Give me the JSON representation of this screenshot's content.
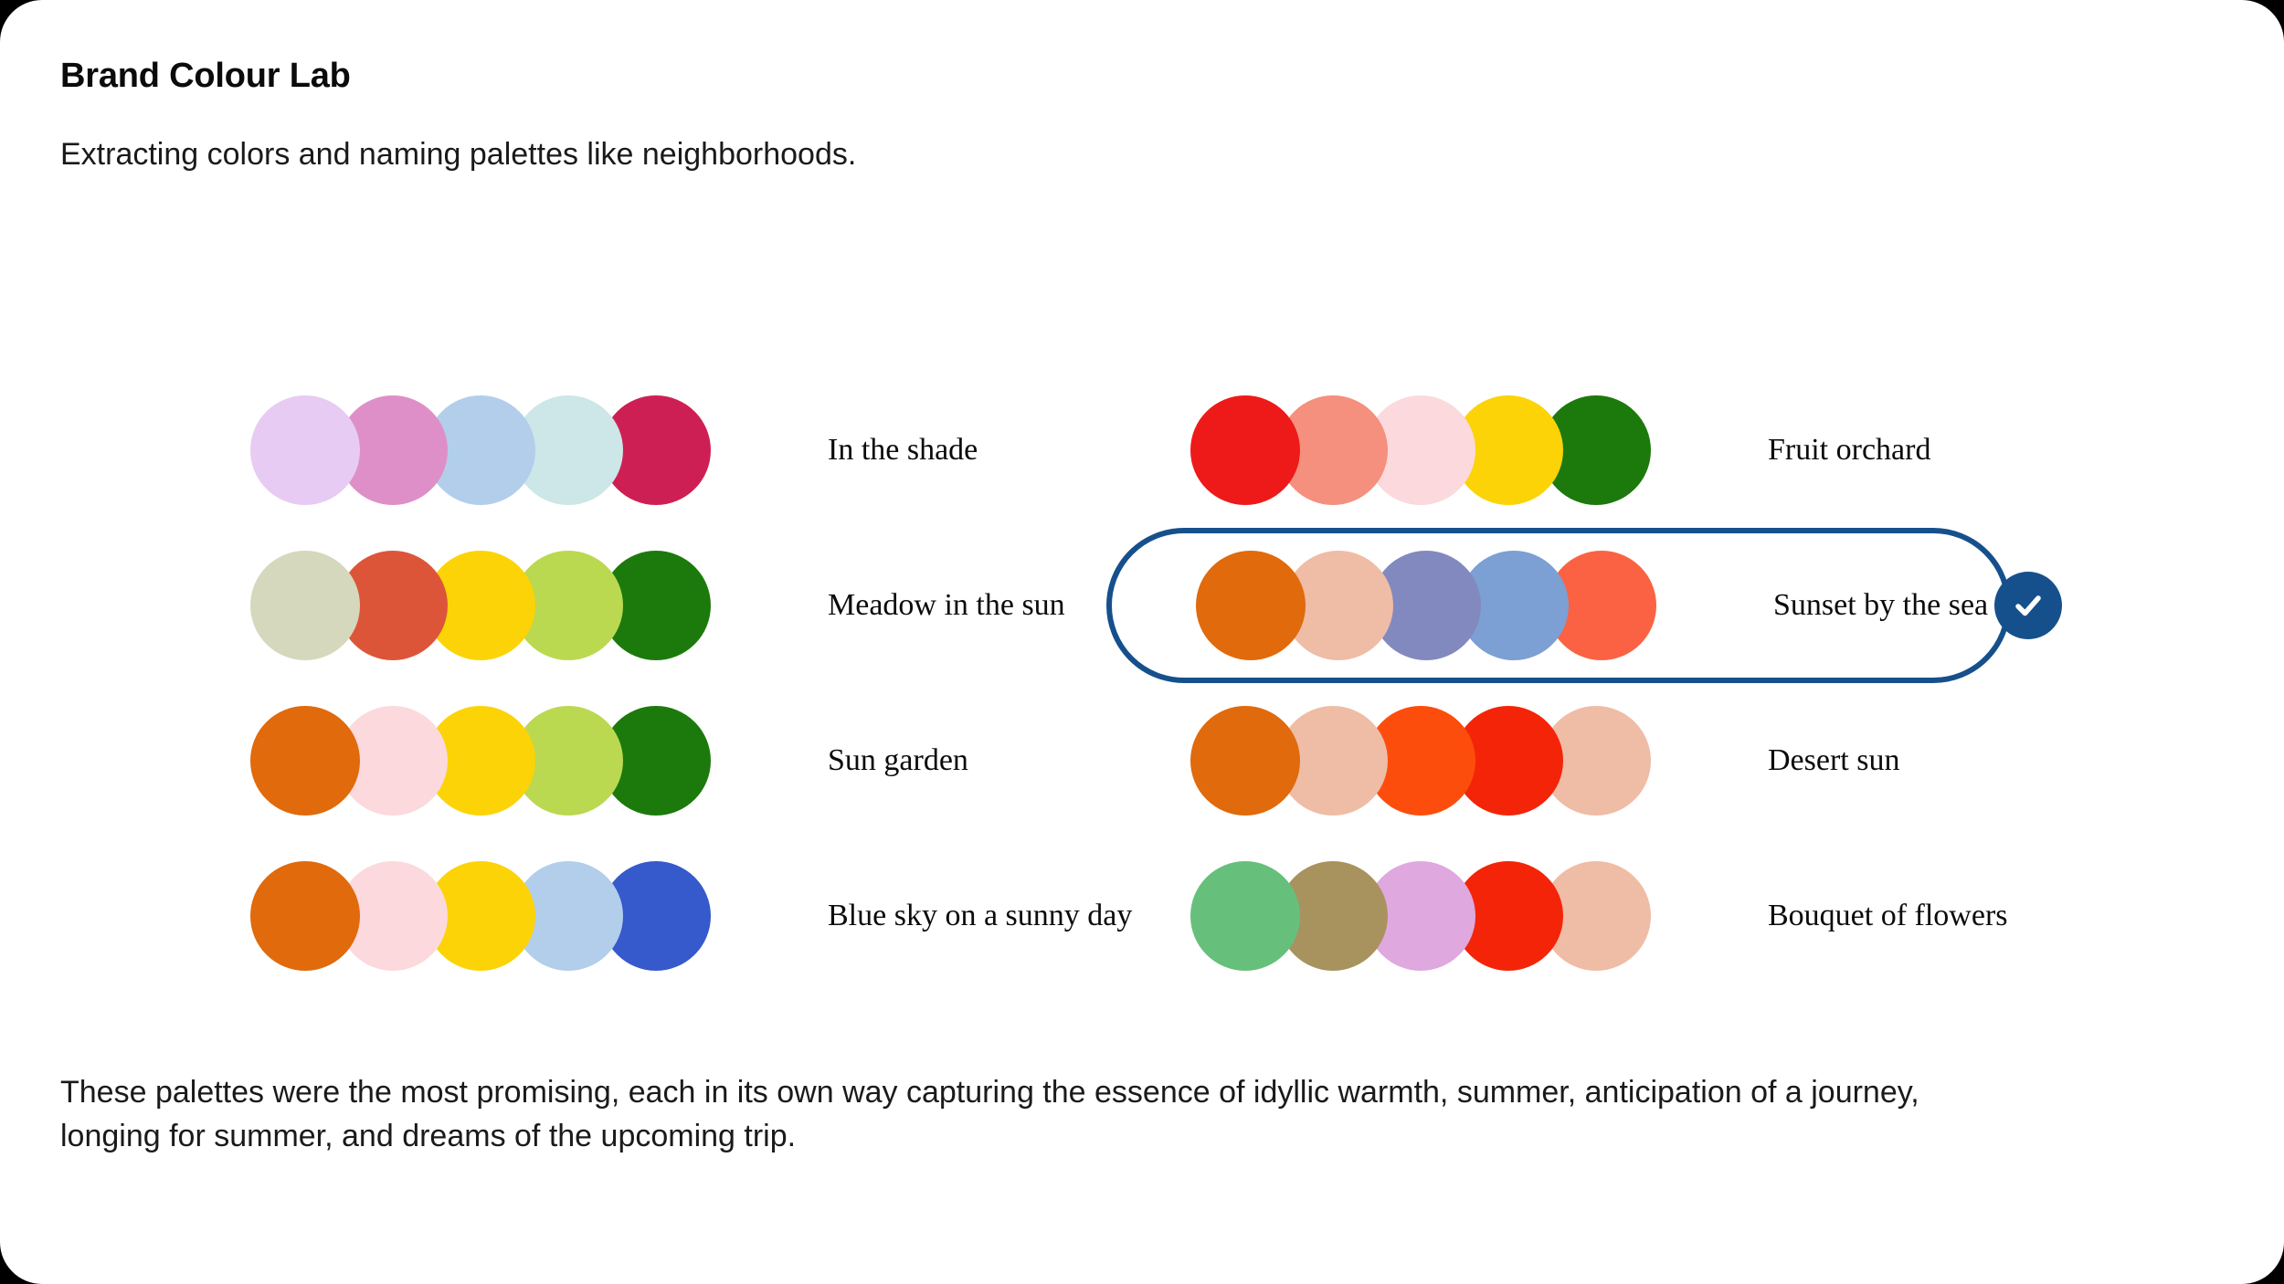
{
  "header": {
    "title": "Brand Colour Lab",
    "subtitle": "Extracting colors and naming palettes like neighborhoods."
  },
  "palettes": {
    "left_column": [
      {
        "label": "In the shade",
        "selected": false,
        "colors": [
          "#E7CBF3",
          "#DE8FC8",
          "#B2CEEB",
          "#CDE6E7",
          "#CE1F55"
        ]
      },
      {
        "label": "Meadow in the sun",
        "selected": false,
        "colors": [
          "#D6D8BE",
          "#DD5539",
          "#FCD307",
          "#BBD851",
          "#1C7A0C"
        ]
      },
      {
        "label": "Sun garden",
        "selected": false,
        "colors": [
          "#E06A0C",
          "#FBD9DC",
          "#FCD307",
          "#BBD851",
          "#1C7A0C"
        ]
      },
      {
        "label": "Blue sky on a sunny day",
        "selected": false,
        "colors": [
          "#E06A0C",
          "#FBD9DC",
          "#FCD307",
          "#B2CEEB",
          "#3659CB"
        ]
      }
    ],
    "right_column": [
      {
        "label": "Fruit orchard",
        "selected": false,
        "colors": [
          "#EE1A1A",
          "#F4907D",
          "#FBD9DC",
          "#FCD307",
          "#1C7A0C"
        ]
      },
      {
        "label": "Sunset by the sea",
        "selected": true,
        "colors": [
          "#E06A0C",
          "#EFBCA6",
          "#8189BF",
          "#7C9FD4",
          "#FB6243"
        ]
      },
      {
        "label": "Desert sun",
        "selected": false,
        "colors": [
          "#E06A0C",
          "#EFBCA6",
          "#FD4D0C",
          "#F42408",
          "#EFBCA6"
        ]
      },
      {
        "label": "Bouquet of flowers",
        "selected": false,
        "colors": [
          "#66C07B",
          "#A8935E",
          "#DFA8DF",
          "#F42408",
          "#EFBCA6"
        ]
      }
    ]
  },
  "selection": {
    "icon": "check-icon",
    "accent_color": "#16508C"
  },
  "footnote": {
    "text": "These palettes were the most promising, each in its own way capturing the essence of idyllic warmth, summer, anticipation of a journey, longing for summer, and dreams of the upcoming trip."
  }
}
